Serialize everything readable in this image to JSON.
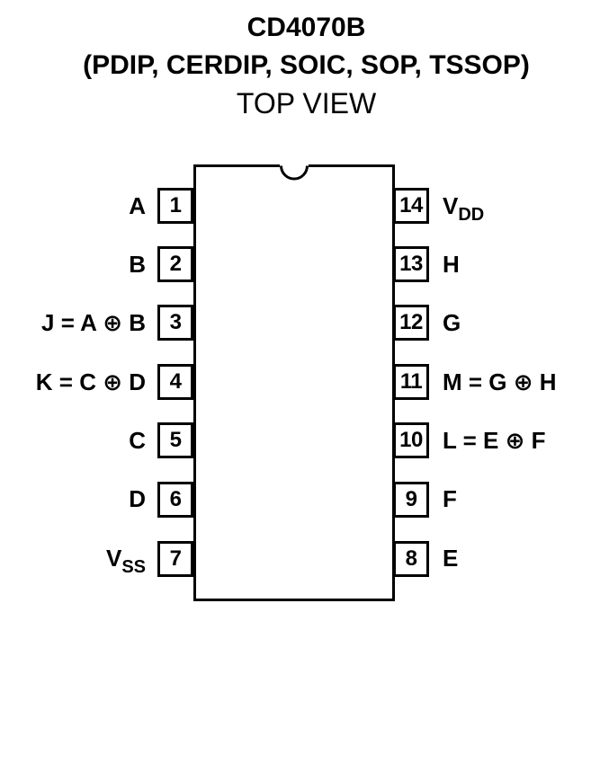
{
  "header": {
    "part": "CD4070B",
    "packages": "(PDIP, CERDIP, SOIC, SOP, TSSOP)",
    "view": "TOP VIEW"
  },
  "pins_left": [
    {
      "number": "1",
      "label": "A"
    },
    {
      "number": "2",
      "label": "B"
    },
    {
      "number": "3",
      "label": "J = A ⊕ B"
    },
    {
      "number": "4",
      "label": "K = C ⊕ D"
    },
    {
      "number": "5",
      "label": "C"
    },
    {
      "number": "6",
      "label": "D"
    },
    {
      "number": "7",
      "label": "V",
      "sub": "SS"
    }
  ],
  "pins_right": [
    {
      "number": "14",
      "label": "V",
      "sub": "DD"
    },
    {
      "number": "13",
      "label": "H"
    },
    {
      "number": "12",
      "label": "G"
    },
    {
      "number": "11",
      "label": "M = G ⊕ H"
    },
    {
      "number": "10",
      "label": "L = E ⊕ F"
    },
    {
      "number": "9",
      "label": "F"
    },
    {
      "number": "8",
      "label": "E"
    }
  ]
}
